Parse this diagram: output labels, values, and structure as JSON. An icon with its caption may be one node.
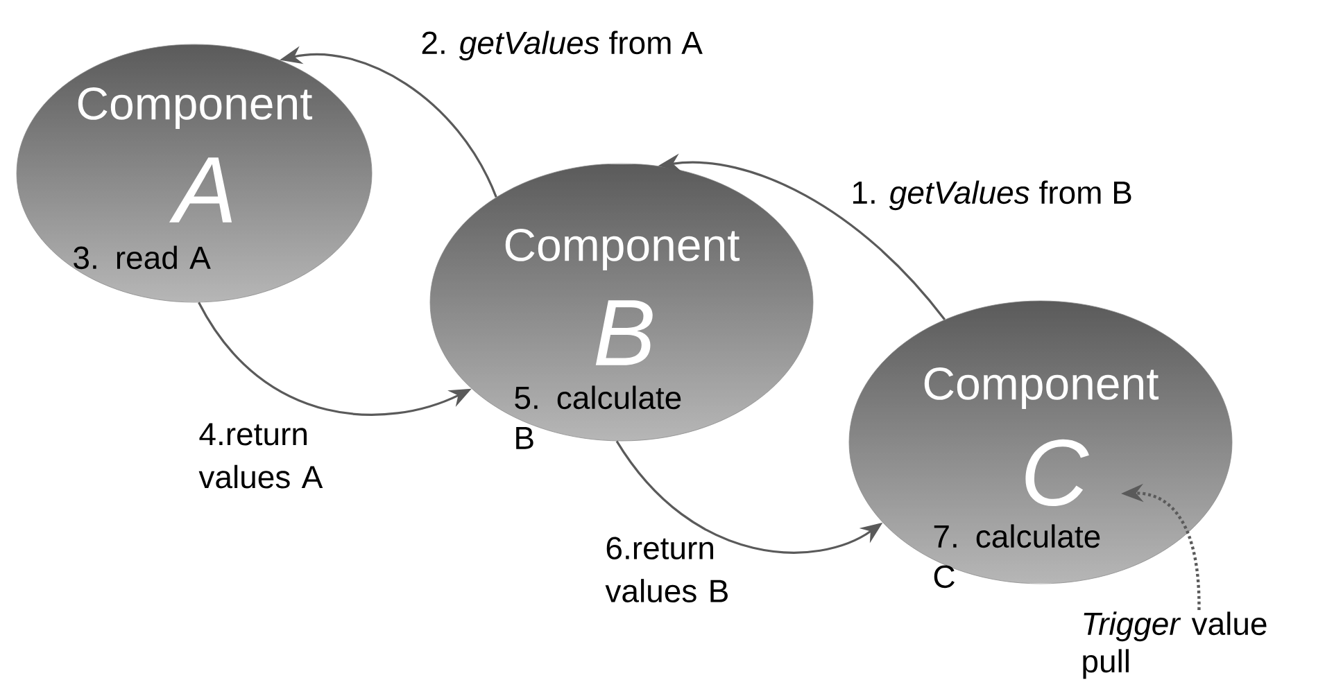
{
  "diagram": {
    "nodes": [
      {
        "text": [
          "Component",
          "A",
          "3. read A"
        ]
      },
      {
        "text": [
          "Component",
          "B",
          "5. calculate B"
        ]
      },
      {
        "text": [
          "Component",
          "C",
          "7. calculate C"
        ]
      },
      {
        "text": [
          "*Trigger* value pull"
        ]
      }
    ],
    "edges": [
      {
        "from": 2,
        "to": 1,
        "arrow": "to",
        "label": "1. *getValues* from B"
      },
      {
        "from": 1,
        "to": 0,
        "arrow": "to",
        "label": "2. *getValues* from A"
      },
      {
        "from": 0,
        "to": 1,
        "arrow": "to",
        "label": "4.return values A"
      },
      {
        "from": 1,
        "to": 2,
        "arrow": "to",
        "label": "6.return values B"
      },
      {
        "from": 3,
        "to": 2,
        "arrow": "to",
        "style": "dashed"
      }
    ]
  }
}
